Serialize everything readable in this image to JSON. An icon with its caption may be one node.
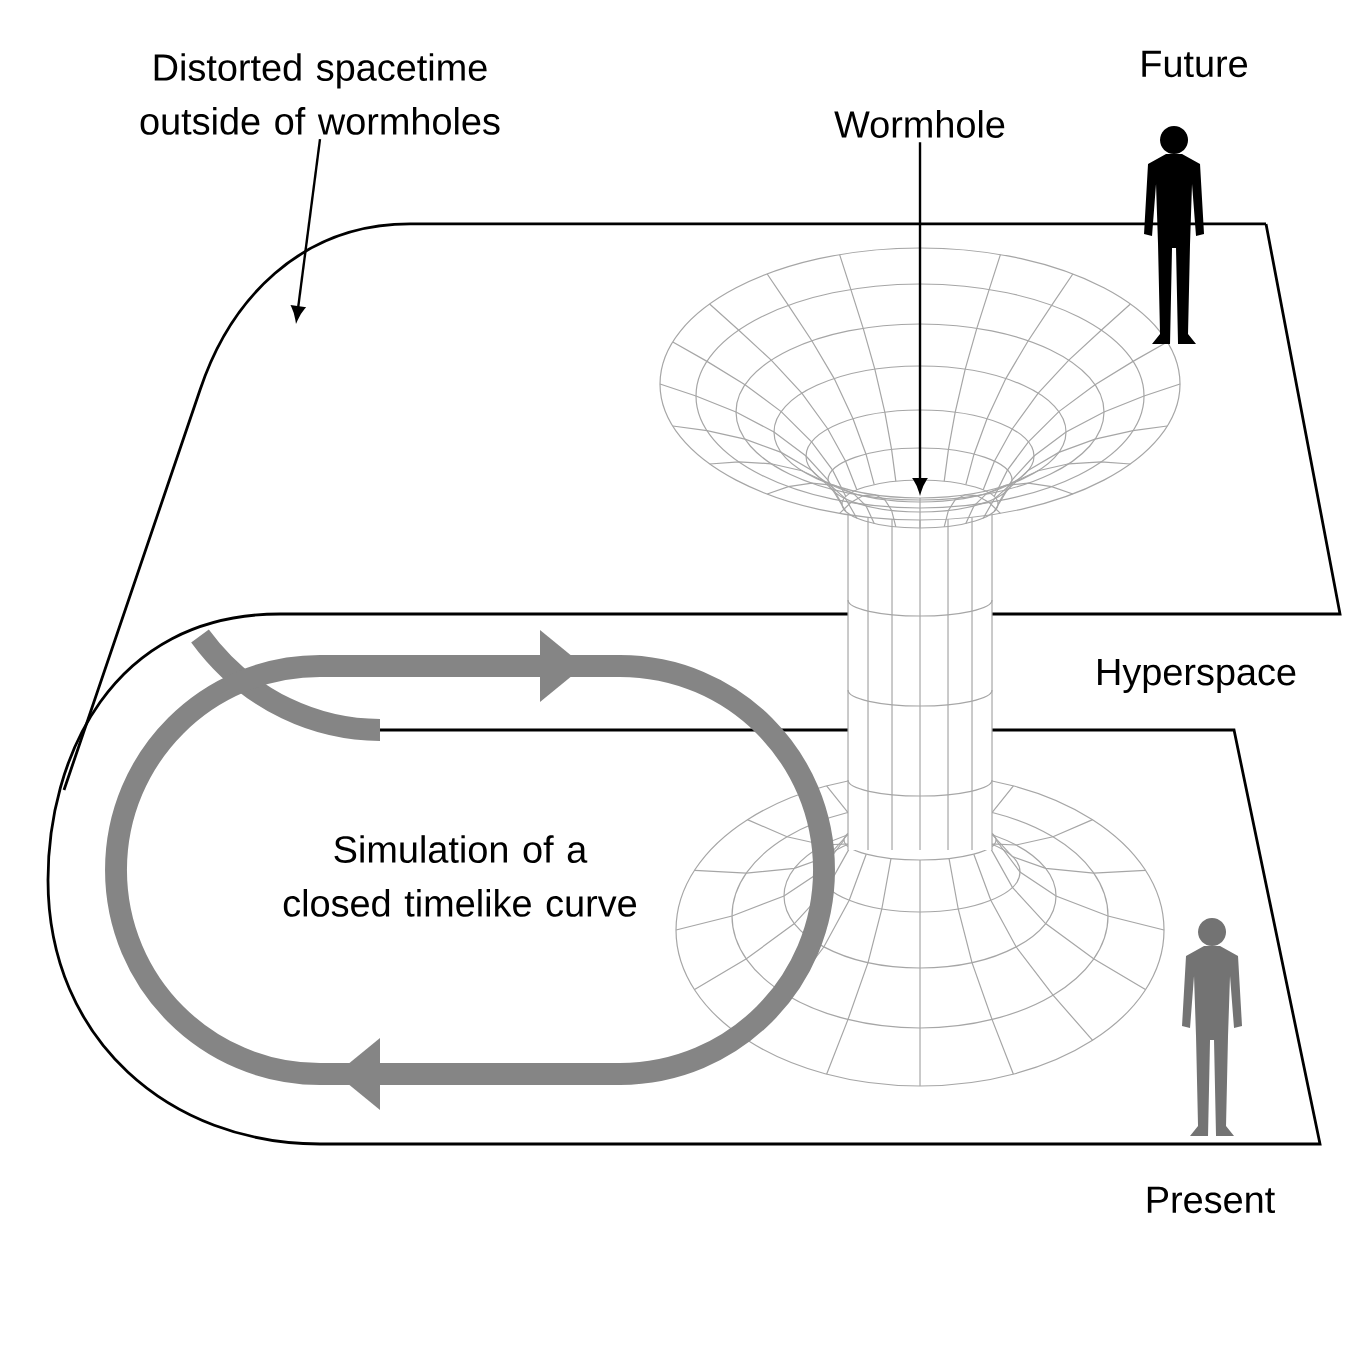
{
  "diagram": {
    "nodes": [
      {
        "text": [
          "Distorted spacetime outside of wormholes"
        ]
      },
      {
        "text": [
          "Wormhole"
        ]
      }
    ],
    "edges": [
      {
        "from": 0,
        "to": null,
        "arrow": "to"
      },
      {
        "from": 1,
        "to": null,
        "arrow": "to"
      }
    ],
    "labels": [
      "Future",
      "Hyperspace",
      "Simulation of a closed timelike curve",
      "Present"
    ]
  }
}
